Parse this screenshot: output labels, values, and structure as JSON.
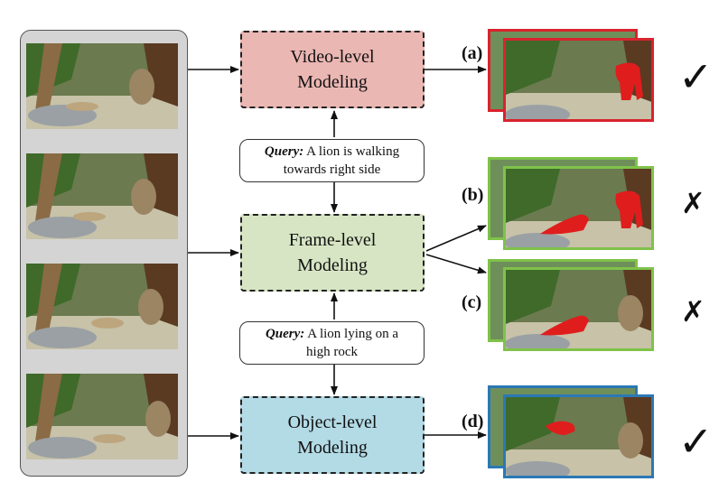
{
  "modules": {
    "video": {
      "line1": "Video-level",
      "line2": "Modeling",
      "color": "#ebb7b3"
    },
    "frame": {
      "line1": "Frame-level",
      "line2": "Modeling",
      "color": "#d7e5c4"
    },
    "object": {
      "line1": "Object-level",
      "line2": "Modeling",
      "color": "#b3dbe6"
    }
  },
  "queries": [
    {
      "label": "Query:",
      "text1": " A lion is walking",
      "text2": "towards right side"
    },
    {
      "label": "Query:",
      "text1": " A lion lying on a",
      "text2": "high rock"
    }
  ],
  "outputs": [
    {
      "label": "(a)",
      "verdict": "✓",
      "border": "#d9232e"
    },
    {
      "label": "(b)",
      "verdict": "✗",
      "border": "#7fc24a"
    },
    {
      "label": "(c)",
      "verdict": "✗",
      "border": "#7fc24a"
    },
    {
      "label": "(d)",
      "verdict": "✓",
      "border": "#2b78b5"
    }
  ],
  "colors": {
    "mask": "#e01d1d",
    "panel": "#d4d4d4"
  }
}
